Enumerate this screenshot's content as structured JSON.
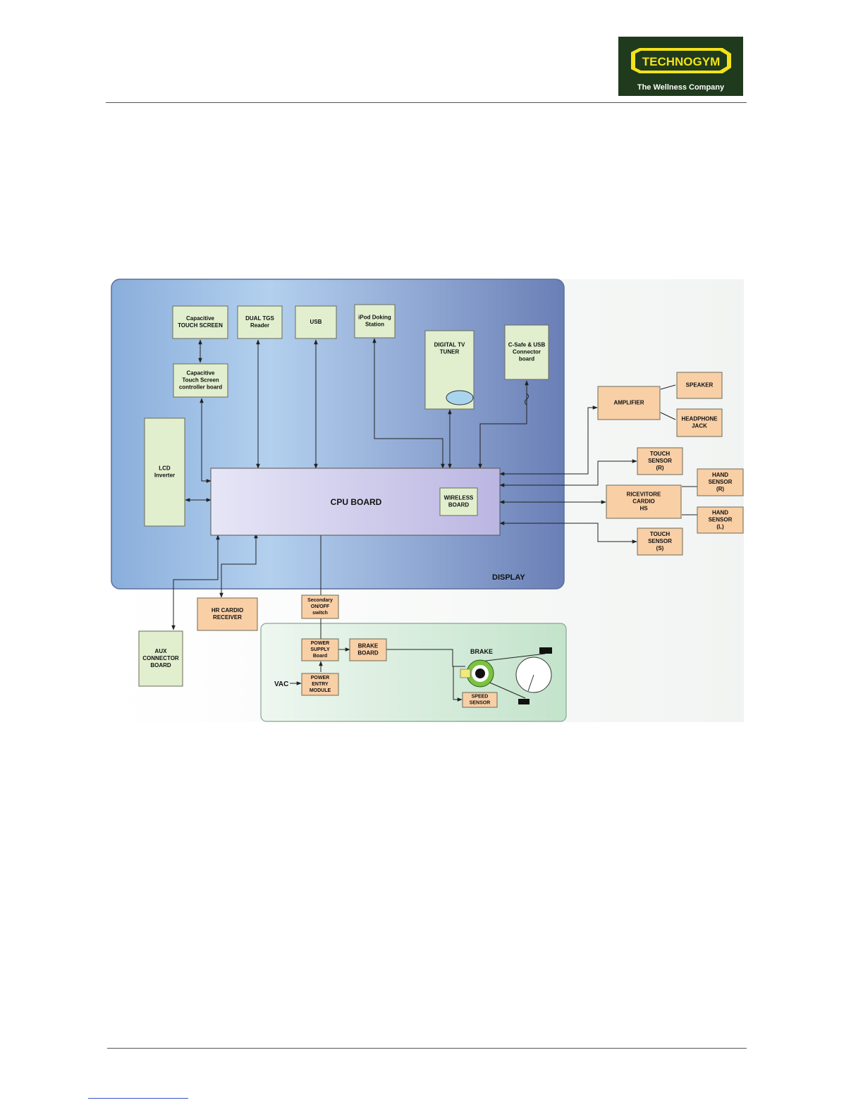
{
  "header": {
    "logo_text": "TECHNOGYM",
    "logo_tagline": "The Wellness Company"
  },
  "diagram": {
    "display_label": "DISPLAY",
    "cpu_label": "CPU BOARD",
    "nodes": {
      "cap_touch_screen": [
        "Capacitive",
        "TOUCH SCREEN"
      ],
      "dual_tgs": [
        "DUAL TGS",
        "Reader"
      ],
      "usb": [
        "USB"
      ],
      "ipod": [
        "iPod Doking",
        "Station"
      ],
      "digital_tv": [
        "DIGITAL TV",
        "TUNER"
      ],
      "csafe": [
        "C-Safe & USB",
        "Connector",
        "board"
      ],
      "touch_controller": [
        "Capacitive",
        "Touch Screen",
        "controller  board"
      ],
      "lcd_inverter": [
        "LCD",
        "Inverter"
      ],
      "wireless": [
        "WIRELESS",
        "BOARD"
      ],
      "amplifier": [
        "AMPLIFIER"
      ],
      "speaker": [
        "SPEAKER"
      ],
      "headphone": [
        "HEADPHONE",
        "JACK"
      ],
      "touch_sensor_r": [
        "TOUCH",
        "SENSOR",
        "(R)"
      ],
      "hand_sensor_r": [
        "HAND",
        "SENSOR",
        "(R)"
      ],
      "ricevitore": [
        "RICEVITORE",
        "CARDIO",
        "HS"
      ],
      "hand_sensor_l": [
        "HAND",
        "SENSOR",
        "(L)"
      ],
      "touch_sensor_s": [
        "TOUCH",
        "SENSOR",
        "(S)"
      ],
      "hr_cardio": [
        "HR CARDIO",
        "RECEIVER"
      ],
      "secondary_switch": [
        "Secondary",
        "ON/OFF",
        "switch"
      ],
      "aux_connector": [
        "AUX",
        "CONNECTOR",
        "BOARD"
      ],
      "power_supply": [
        "POWER",
        "SUPPLY",
        "Board"
      ],
      "brake_board": [
        "BRAKE",
        "BOARD"
      ],
      "power_entry": [
        "POWER",
        "ENTRY",
        "MODULE"
      ],
      "speed_sensor": [
        "SPEED",
        "SENSOR"
      ]
    },
    "vac_label": "VAC",
    "brake_label": "BRAKE",
    "colors": {
      "green_box": "#e2efcf",
      "orange_box": "#f9cfa6",
      "cpu_box": "#d6d3ef",
      "display_panel": "#8fb2dc",
      "power_panel": "#d8ecdc"
    }
  }
}
